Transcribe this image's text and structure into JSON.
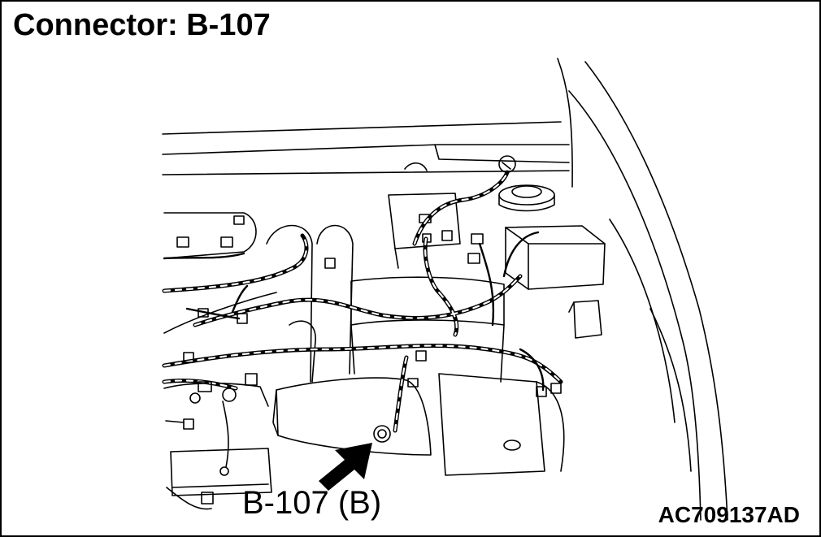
{
  "title": "Connector: B-107",
  "callout_label": "B-107 (B)",
  "figure_id": "AC709137AD",
  "colors": {
    "line": "#000000",
    "background": "#ffffff"
  },
  "icons": [
    "arrow-icon",
    "connector-icon"
  ]
}
